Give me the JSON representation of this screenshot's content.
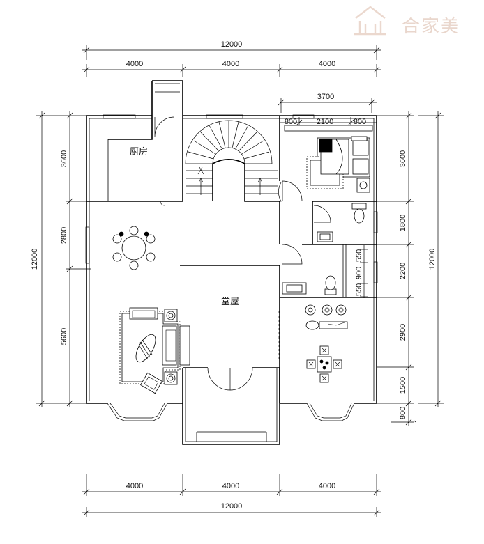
{
  "logo": {
    "text": "合家美",
    "icon": "house-logo-icon",
    "color": "#e9d6cc"
  },
  "rooms": {
    "kitchen": "厨房",
    "hall": "堂屋"
  },
  "dimensions": {
    "top_total": "12000",
    "top_segments": [
      "4000",
      "4000",
      "4000"
    ],
    "bedroom_width": "3700",
    "bedroom_sub": [
      "800",
      "2100",
      "800"
    ],
    "left_total": "12000",
    "left_segments": [
      "3600",
      "2800",
      "5600"
    ],
    "right_total": "12000",
    "right_segments": [
      "3600",
      "1800",
      "2200",
      "2900",
      "1500",
      "800"
    ],
    "bath_stack": [
      "550",
      "900",
      "550"
    ],
    "bottom_segments": [
      "4000",
      "4000",
      "4000"
    ],
    "bottom_total": "12000"
  }
}
